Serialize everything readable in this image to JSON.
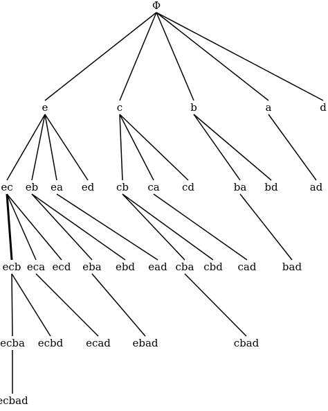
{
  "tree": {
    "nodes": [
      {
        "id": "phi",
        "label": "Φ"
      },
      {
        "id": "e",
        "label": "e"
      },
      {
        "id": "c",
        "label": "c"
      },
      {
        "id": "b",
        "label": "b"
      },
      {
        "id": "a",
        "label": "a"
      },
      {
        "id": "d",
        "label": "d"
      },
      {
        "id": "ec",
        "label": "ec"
      },
      {
        "id": "eb",
        "label": "eb"
      },
      {
        "id": "ea",
        "label": "ea"
      },
      {
        "id": "ed",
        "label": "ed"
      },
      {
        "id": "cb",
        "label": "cb"
      },
      {
        "id": "ca",
        "label": "ca"
      },
      {
        "id": "cd",
        "label": "cd"
      },
      {
        "id": "ba",
        "label": "ba"
      },
      {
        "id": "bd",
        "label": "bd"
      },
      {
        "id": "ad",
        "label": "ad"
      },
      {
        "id": "ecb",
        "label": "ecb"
      },
      {
        "id": "eca",
        "label": "eca"
      },
      {
        "id": "ecd",
        "label": "ecd"
      },
      {
        "id": "eba",
        "label": "eba"
      },
      {
        "id": "ebd",
        "label": "ebd"
      },
      {
        "id": "ead",
        "label": "ead"
      },
      {
        "id": "cba",
        "label": "cba"
      },
      {
        "id": "cbd",
        "label": "cbd"
      },
      {
        "id": "cad",
        "label": "cad"
      },
      {
        "id": "bad",
        "label": "bad"
      },
      {
        "id": "ecba",
        "label": "ecba"
      },
      {
        "id": "ecbd",
        "label": "ecbd"
      },
      {
        "id": "ecad",
        "label": "ecad"
      },
      {
        "id": "ebad",
        "label": "ebad"
      },
      {
        "id": "cbad",
        "label": "cbad"
      },
      {
        "id": "ecbad",
        "label": "ecbad"
      }
    ],
    "edges": [
      [
        "phi",
        "e"
      ],
      [
        "phi",
        "c"
      ],
      [
        "phi",
        "b"
      ],
      [
        "phi",
        "a"
      ],
      [
        "phi",
        "d"
      ],
      [
        "e",
        "ec"
      ],
      [
        "e",
        "eb"
      ],
      [
        "e",
        "ea"
      ],
      [
        "e",
        "ed"
      ],
      [
        "c",
        "cb"
      ],
      [
        "c",
        "ca"
      ],
      [
        "c",
        "cd"
      ],
      [
        "b",
        "ba"
      ],
      [
        "b",
        "bd"
      ],
      [
        "a",
        "ad"
      ],
      [
        "ec",
        "ecb"
      ],
      [
        "ec",
        "eca"
      ],
      [
        "ec",
        "ecd"
      ],
      [
        "eb",
        "eba"
      ],
      [
        "eb",
        "ebd"
      ],
      [
        "ea",
        "ead"
      ],
      [
        "cb",
        "cba"
      ],
      [
        "cb",
        "cbd"
      ],
      [
        "ca",
        "cad"
      ],
      [
        "ba",
        "bad"
      ],
      [
        "ecb",
        "ecba"
      ],
      [
        "ecb",
        "ecbd"
      ],
      [
        "eca",
        "ecad"
      ],
      [
        "eba",
        "ebad"
      ],
      [
        "cba",
        "cbad"
      ],
      [
        "ecba",
        "ecbad"
      ]
    ]
  }
}
